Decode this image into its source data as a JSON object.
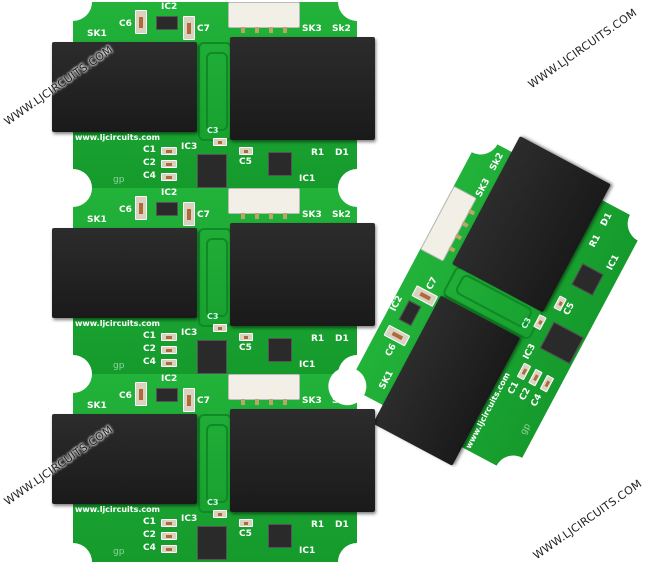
{
  "watermark": "WWW.LJCIRCUITS.COM",
  "board": {
    "website": "www.ljcircuits.com",
    "labels": {
      "c6": "C6",
      "ic2": "IC2",
      "c7": "C7",
      "sk1": "SK1",
      "sk2": "Sk2",
      "sk3": "SK3",
      "c3": "C3",
      "ic3": "IC3",
      "c1": "C1",
      "c2": "C2",
      "c4": "C4",
      "c5": "C5",
      "r1": "R1",
      "d1": "D1",
      "ic1": "IC1",
      "gp": "gp"
    }
  },
  "colors": {
    "pcb": "#1aa832",
    "jack": "#222222",
    "background": "#ffffff"
  }
}
